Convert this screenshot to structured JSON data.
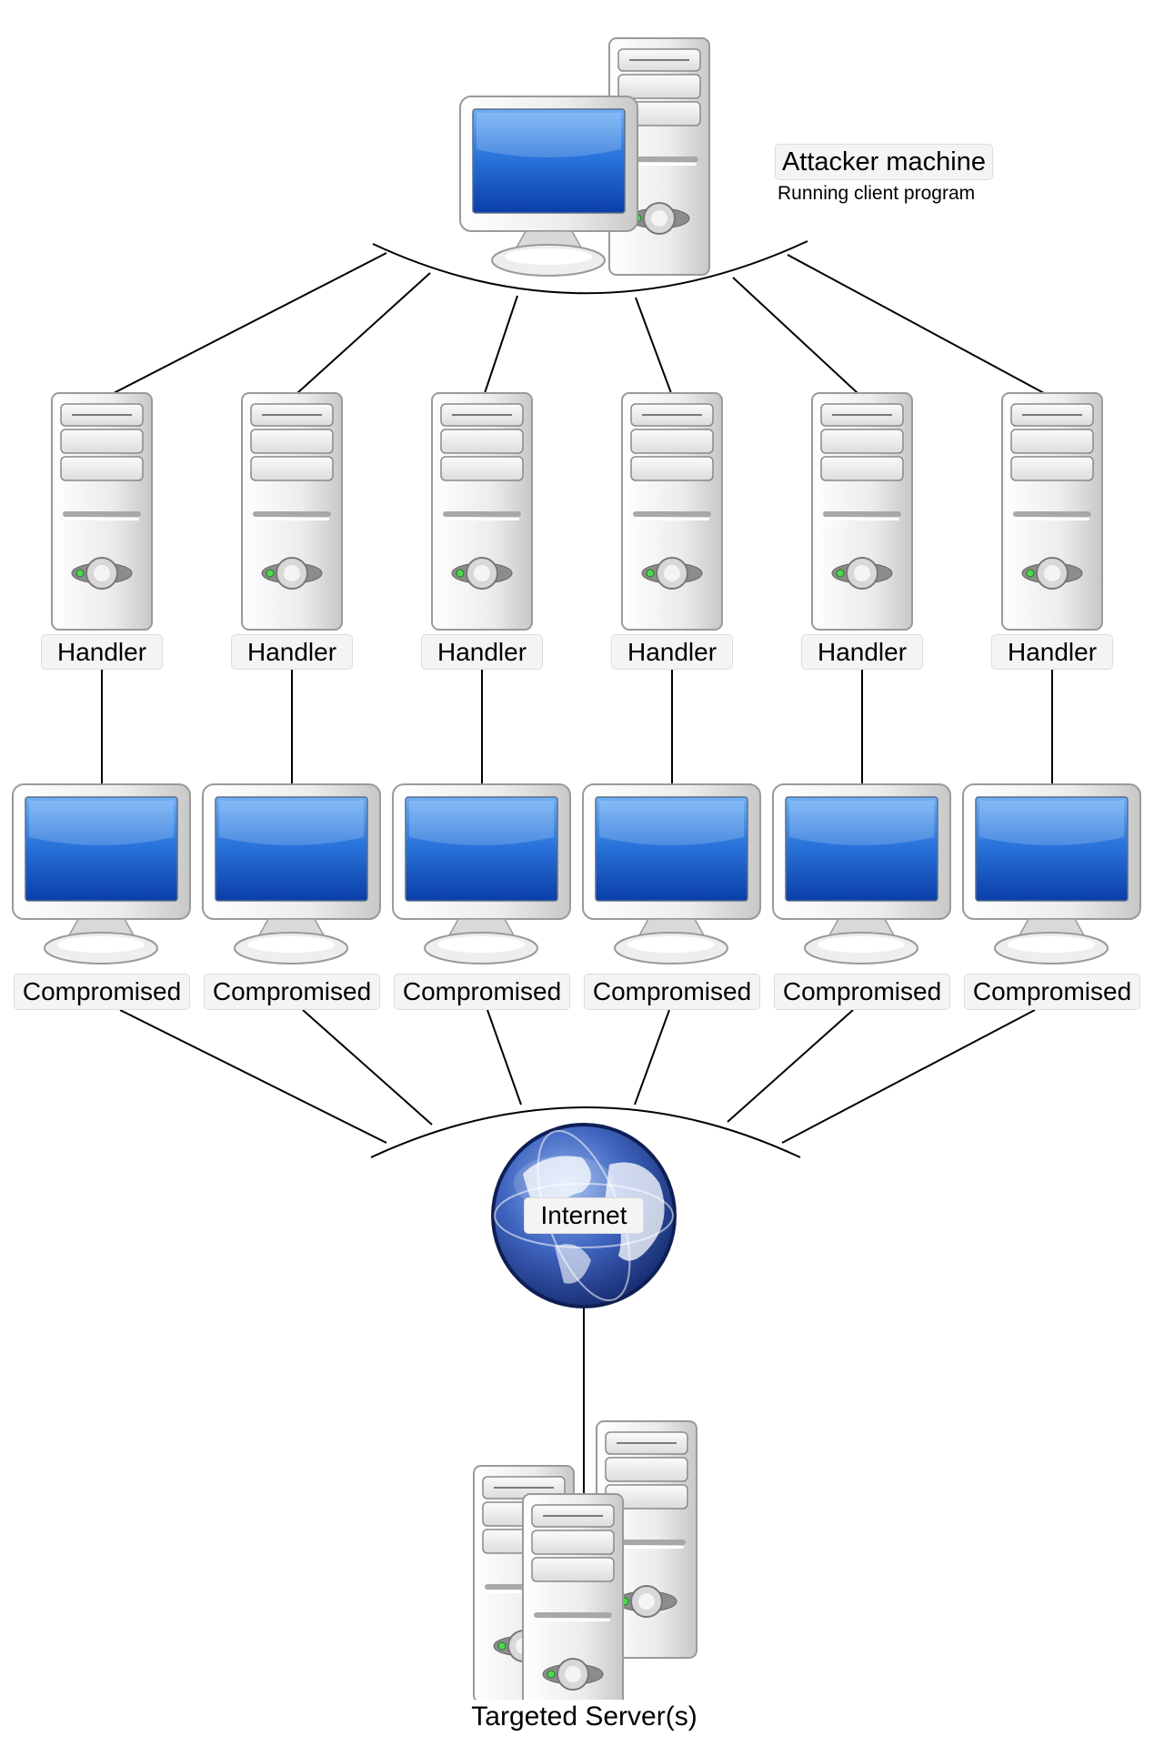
{
  "attacker": {
    "title": "Attacker machine",
    "subtitle": "Running client program"
  },
  "handlers": [
    {
      "label": "Handler"
    },
    {
      "label": "Handler"
    },
    {
      "label": "Handler"
    },
    {
      "label": "Handler"
    },
    {
      "label": "Handler"
    },
    {
      "label": "Handler"
    }
  ],
  "compromised": [
    {
      "label": "Compromised"
    },
    {
      "label": "Compromised"
    },
    {
      "label": "Compromised"
    },
    {
      "label": "Compromised"
    },
    {
      "label": "Compromised"
    },
    {
      "label": "Compromised"
    }
  ],
  "internet": {
    "label": "Internet"
  },
  "target": {
    "label": "Targeted Server(s)"
  },
  "colors": {
    "screen_blue": "#1457c8",
    "globe_blue": "#23418f",
    "case_gray": "#e6e6e6",
    "line": "#000000"
  },
  "icons": [
    "tower-server-icon",
    "desktop-monitor-icon",
    "globe-icon"
  ]
}
